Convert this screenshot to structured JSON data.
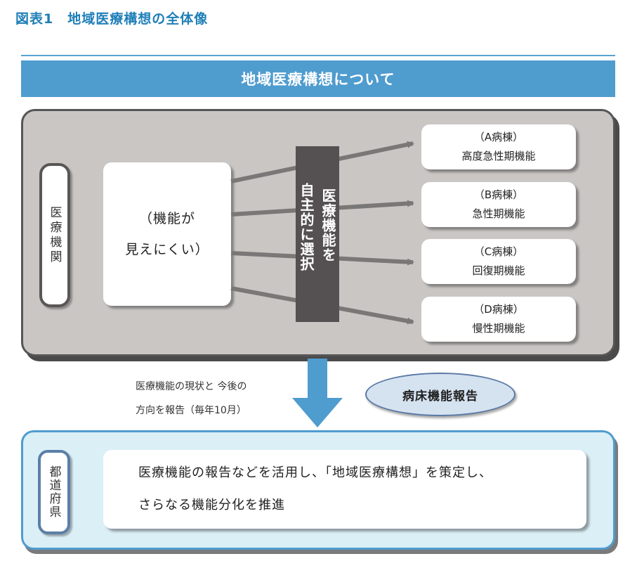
{
  "figure": {
    "title": "図表1　地域医療構想の全体像",
    "banner": "地域医療構想について"
  },
  "institution": {
    "label": "医療機関",
    "invisible_line1": "（機能が",
    "invisible_line2": "見えにくい）",
    "select_col1": "医療機能を",
    "select_col2": "自主的に選択"
  },
  "wards": [
    {
      "name": "（A病棟）",
      "function": "高度急性期機能"
    },
    {
      "name": "（B病棟）",
      "function": "急性期機能"
    },
    {
      "name": "（C病棟）",
      "function": "回復期機能"
    },
    {
      "name": "（D病棟）",
      "function": "慢性期機能"
    }
  ],
  "report": {
    "note_line1": "医療機能の現状と 今後の",
    "note_line2": "方向を報告（毎年10月）",
    "bed_report": "病床機能報告"
  },
  "prefecture": {
    "label": "都道府県",
    "line1": "医療機能の報告などを活用し、「地域医療構想」を策定し、",
    "line2": "さらなる機能分化を推進"
  },
  "colors": {
    "accent_blue": "#4f9ccf",
    "panel_gray": "#c9c6c4",
    "bar_dark": "#555152",
    "prefecture_bg": "#dbeff6",
    "report_oval": "#d5e2f0"
  }
}
